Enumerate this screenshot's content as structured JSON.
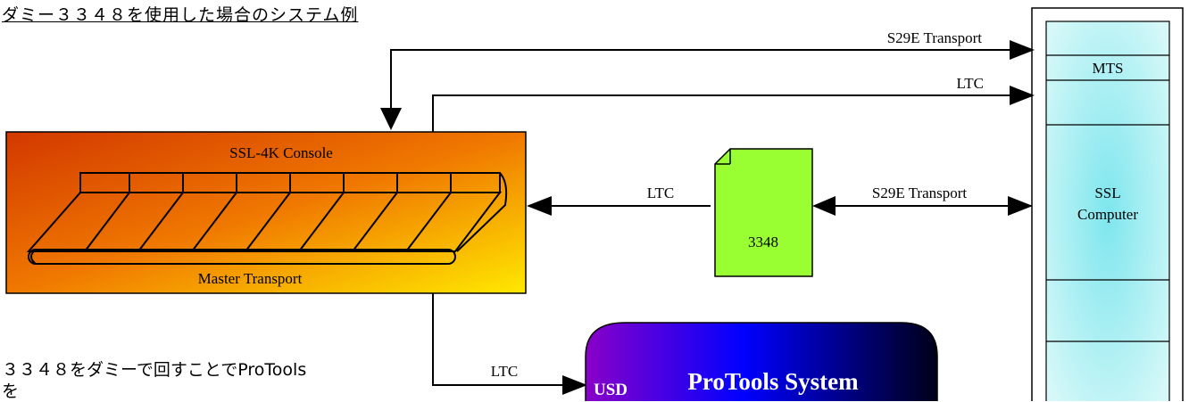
{
  "title": "ダミー３３４８を使用した場合のシステム例",
  "note_line1": "３３４８をダミーで回すことでProTools",
  "note_line2": "を",
  "console": {
    "title": "SSL-4K Console",
    "transport_label": "Master Transport"
  },
  "device_3348": {
    "label": "3348"
  },
  "ssl_computer": {
    "mts_label": "MTS",
    "label_line1": "SSL",
    "label_line2": "Computer"
  },
  "protools": {
    "usd_label": "USD",
    "title": "ProTools System"
  },
  "connections": {
    "s29e_top": "S29E Transport",
    "ltc_top": "LTC",
    "ltc_3348": "LTC",
    "s29e_3348": "S29E Transport",
    "ltc_protools": "LTC"
  },
  "colors": {
    "console_gradient": [
      "#d23800",
      "#f07800",
      "#ffe800"
    ],
    "device_3348": "#99ff33",
    "computer_light": "#d0f8f8",
    "computer_glow": "#7ee6ee",
    "protools_gradient": [
      "#8a00c8",
      "#0000ff",
      "#000018"
    ]
  }
}
